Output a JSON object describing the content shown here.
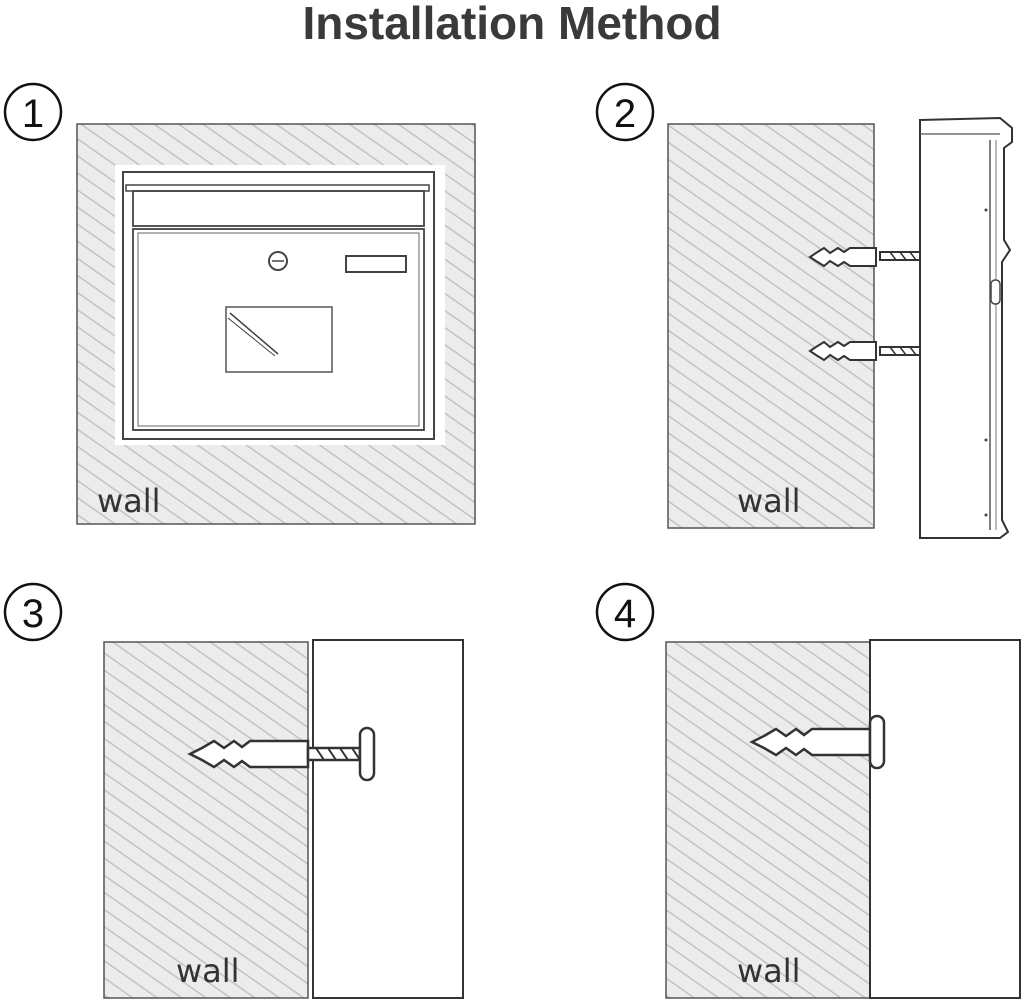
{
  "title": "Installation Method",
  "steps": [
    {
      "number": "1",
      "wall_label": "wall"
    },
    {
      "number": "2",
      "wall_label": "wall"
    },
    {
      "number": "3",
      "wall_label": "wall"
    },
    {
      "number": "4",
      "wall_label": "wall"
    }
  ],
  "colors": {
    "wall_hatch": "#bdbdbd",
    "outline": "#444444",
    "title": "#3a3a3a"
  }
}
